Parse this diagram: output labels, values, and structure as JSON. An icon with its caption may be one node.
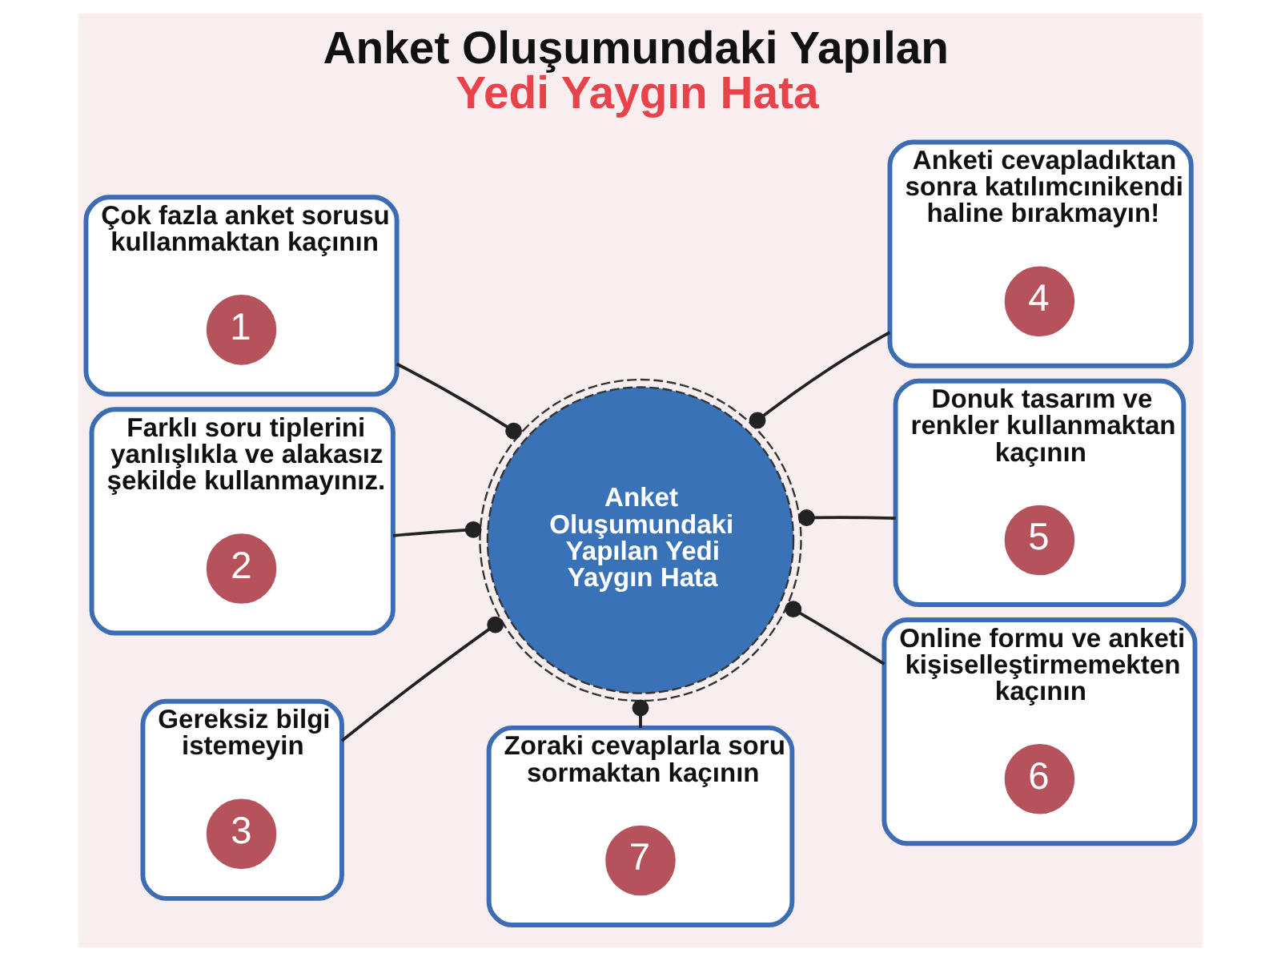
{
  "diagram": {
    "title": "Anket Oluşumundaki Yapılan Yedi Yaygın Hata",
    "nodes": [
      {
        "text": [
          "Anket Oluşumundaki Yapılan Yedi Yaygın Hata"
        ]
      },
      {
        "text": [
          "Çok fazla anket sorusu kullanmaktan kaçının"
        ]
      },
      {
        "text": [
          "1"
        ],
        "in": 1
      },
      {
        "text": [
          "Farklı soru tiplerini yanlışlıkla ve alakasız şekilde kullanmayınız."
        ]
      },
      {
        "text": [
          "2"
        ],
        "in": 3
      },
      {
        "text": [
          "Gereksiz bilgi istemeyin"
        ]
      },
      {
        "text": [
          "3"
        ],
        "in": 5
      },
      {
        "text": [
          "Anketi cevapladıktan sonra katılımcınikendi haline bırakmayın!"
        ]
      },
      {
        "text": [
          "4"
        ],
        "in": 7
      },
      {
        "text": [
          "Donuk tasarım ve renkler kullanmaktan kaçının"
        ]
      },
      {
        "text": [
          "5"
        ],
        "in": 9
      },
      {
        "text": [
          "Online formu ve anketi kişiselleştirmemekten kaçının"
        ]
      },
      {
        "text": [
          "6"
        ],
        "in": 11
      },
      {
        "text": [
          "Zoraki cevaplarla soru sormaktan kaçının"
        ]
      },
      {
        "text": [
          "7"
        ],
        "in": 13
      }
    ],
    "edges": [
      {
        "from": 0,
        "to": 1,
        "arrow": "other"
      },
      {
        "from": 0,
        "to": 3,
        "arrow": "other"
      },
      {
        "from": 0,
        "to": 5,
        "arrow": "other"
      },
      {
        "from": 0,
        "to": 7,
        "arrow": "other"
      },
      {
        "from": 0,
        "to": 9,
        "arrow": "other"
      },
      {
        "from": 0,
        "to": 11,
        "arrow": "other"
      },
      {
        "from": 0,
        "to": 13,
        "arrow": "other"
      }
    ]
  }
}
